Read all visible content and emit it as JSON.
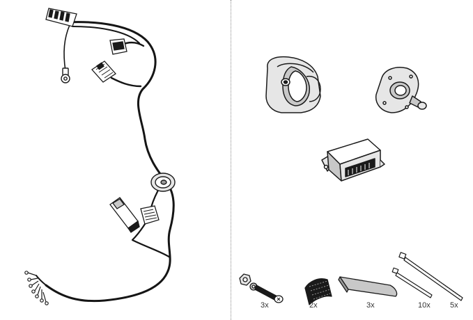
{
  "labels": {
    "screws_qty": "3x",
    "pads_qty": "2x",
    "strips_qty": "3x",
    "long_ties_qty": "10x",
    "short_ties_qty": "5x"
  },
  "colors": {
    "line": "#1a1a1a",
    "wire": "#151515",
    "shade_light": "#e6e6e6",
    "shade_mid": "#c8c8c8",
    "shade_dark": "#9a9a9a",
    "divider": "#8a8a8a"
  },
  "parts": [
    {
      "icon": "wiring-harness-icon"
    },
    {
      "icon": "trailer-socket-icon"
    },
    {
      "icon": "socket-gasket-icon"
    },
    {
      "icon": "control-module-icon"
    },
    {
      "icon": "screw-set-icon"
    },
    {
      "icon": "adhesive-pad-icon"
    },
    {
      "icon": "foam-strip-icon"
    },
    {
      "icon": "cable-tie-long-icon"
    },
    {
      "icon": "cable-tie-short-icon"
    }
  ]
}
